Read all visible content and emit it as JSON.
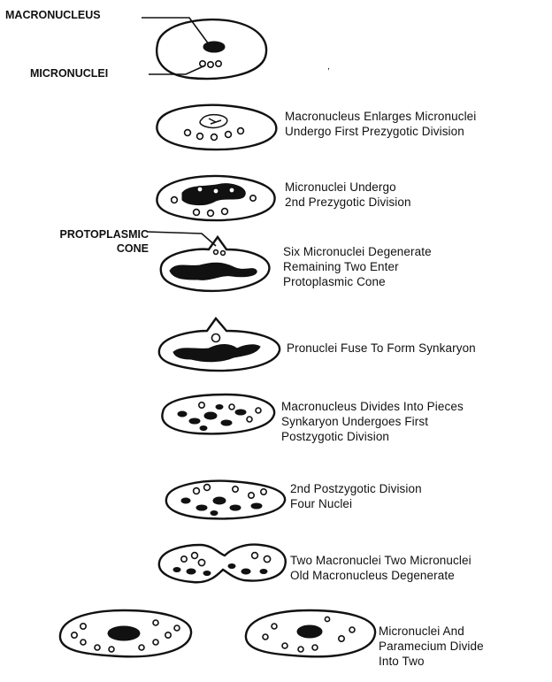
{
  "labels": {
    "macronucleus": "MACRONUCLEUS",
    "micronuclei": "MICRONUCLEI",
    "protoplasmic_cone": "PROTOPLASMIC\nCONE"
  },
  "stages": [
    {
      "caption": "Macronucleus Enlarges Micronuclei\nUndergo First Prezygotic Division"
    },
    {
      "caption": "Micronuclei Undergo\n2nd Prezygotic Division"
    },
    {
      "caption": "Six Micronuclei Degenerate\nRemaining Two Enter\nProtoplasmic Cone"
    },
    {
      "caption": "Pronuclei Fuse To Form Synkaryon"
    },
    {
      "caption": "Macronucleus Divides Into Pieces\nSynkaryon Undergoes First\nPostzygotic Division"
    },
    {
      "caption": "2nd Postzygotic Division\nFour Nuclei"
    },
    {
      "caption": "Two Macronuclei Two Micronuclei\nOld Macronucleus Degenerate"
    },
    {
      "caption": "Micronuclei And\nParamecium Divide\nInto Two"
    }
  ]
}
